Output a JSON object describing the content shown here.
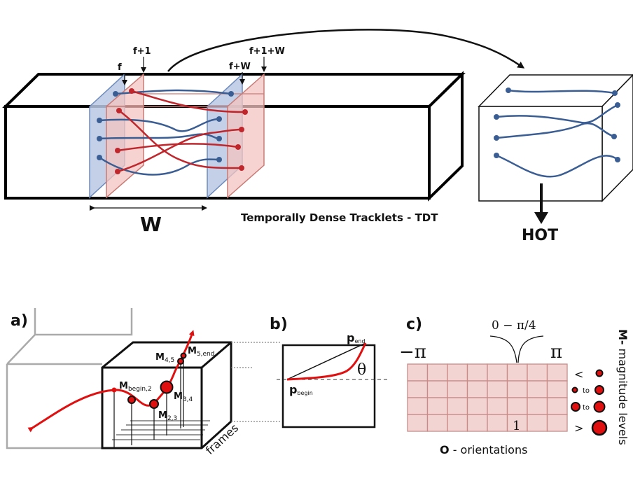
{
  "top": {
    "frame_labels": {
      "f": "f",
      "f1": "f+1",
      "fw": "f+W",
      "f1w": "f+1+W"
    },
    "window_label": "W",
    "tdt_label": "Temporally Dense Tracklets - TDT",
    "hot_label": "HOT"
  },
  "panel_a": {
    "tag": "a)",
    "points": {
      "m_begin": {
        "main": "M",
        "sub": "begin,2"
      },
      "m_23": {
        "main": "M",
        "sub": "2,3"
      },
      "m_34": {
        "main": "M",
        "sub": "3,4"
      },
      "m_45": {
        "main": "M",
        "sub": "4,5"
      },
      "m_5end": {
        "main": "M",
        "sub": "5,end"
      }
    },
    "axis_label": "frames"
  },
  "panel_b": {
    "tag": "b)",
    "p_end": {
      "main": "p",
      "sub": "end"
    },
    "p_begin": {
      "main": "p",
      "sub": "begin"
    },
    "theta": "θ"
  },
  "panel_c": {
    "tag": "c)",
    "bin_label": "0 − π/4",
    "neg_pi": "−π",
    "pos_pi": "π",
    "marked_cell": "1",
    "orient_bold": "O",
    "orient_rest": " - orientations",
    "mag_bold": "M-",
    "mag_rest": " magnitude levels",
    "levels": [
      {
        "left": "<",
        "right": ""
      },
      {
        "left": "",
        "mid": "to"
      },
      {
        "left": "",
        "mid": "to"
      },
      {
        "left": ">",
        "right": ""
      }
    ],
    "colors": {
      "grid_fill": "#f2d4d2",
      "grid_line": "#c98b88",
      "track": "#e01010",
      "blue_track": "#3a5e93"
    }
  }
}
